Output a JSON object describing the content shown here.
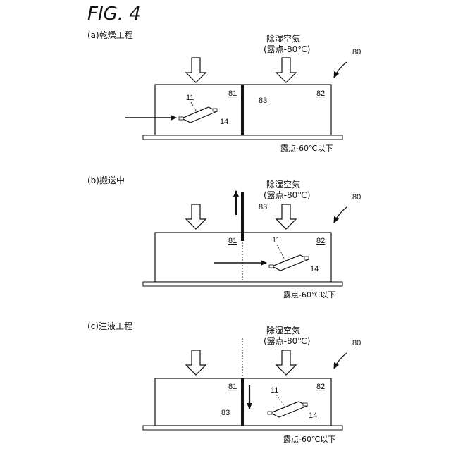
{
  "figure": {
    "title": "FIG. 4",
    "panels": [
      {
        "caption": "(a)乾燥工程",
        "air_label": "除湿空気",
        "dew_label": "(露点-80℃)",
        "system_ref": "80",
        "room_left_ref": "81",
        "room_right_ref": "82",
        "partition_ref": "83",
        "battery_ref": "11",
        "container_ref": "14",
        "floor_label": "露点-60℃以下"
      },
      {
        "caption": "(b)搬送中",
        "air_label": "除湿空気",
        "dew_label": "(露点-80℃)",
        "system_ref": "80",
        "room_left_ref": "81",
        "room_right_ref": "82",
        "partition_ref": "83",
        "battery_ref": "11",
        "container_ref": "14",
        "floor_label": "露点-60℃以下"
      },
      {
        "caption": "(c)注液工程",
        "air_label": "除湿空気",
        "dew_label": "(露点-80℃)",
        "system_ref": "80",
        "room_left_ref": "81",
        "room_right_ref": "82",
        "partition_ref": "83",
        "battery_ref": "11",
        "container_ref": "14",
        "floor_label": "露点-60℃以下"
      }
    ]
  }
}
